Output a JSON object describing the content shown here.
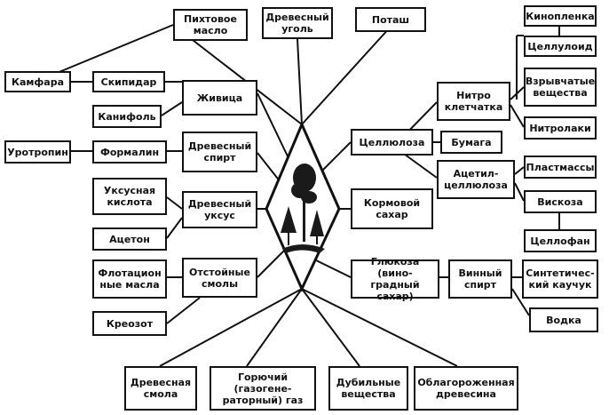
{
  "diagram": {
    "center_image": "tree-emblem",
    "colors": {
      "line": "#111111",
      "tree": "#1a1a1a",
      "ground": "#111111"
    },
    "nodes": {
      "kamfara": "Камфара",
      "skipidar": "Скипидар",
      "pikhtovoe_maslo": "Пихтовое\nмасло",
      "kanifol": "Канифоль",
      "zhivitsa": "Живица",
      "drevesny_ugol": "Древесный\nуголь",
      "potash": "Поташ",
      "urotropin": "Уротропин",
      "formalin": "Формалин",
      "drevesny_spirt": "Древесный\nспирт",
      "uksusnaya_kislota": "Уксусная\nкислота",
      "drevesny_uksus": "Древесный\nуксус",
      "aceton": "Ацетон",
      "flotatsionnye_masla": "Флотацион\nные масла",
      "otstoynye_smoly": "Отстойные\nсмолы",
      "kreozot": "Креозот",
      "drevesnaya_smola": "Древесная\nсмола",
      "goryuchiy_gaz": "Горючий (газогене-\nраторный) газ",
      "dubilnye_veshchestva": "Дубильные\nвещества",
      "oblagorozhennaya_drevesina": "Облагороженная\nдревесина",
      "kinoplenka": "Кинопленка",
      "tselluloid": "Целлулоид",
      "vzryvchatye_veshchestva": "Взрывчатые\nвещества",
      "nitro_kletchatka": "Нитро\nклетчатка",
      "nitrolaki": "Нитролаки",
      "tsellyuloza": "Целлюлоза",
      "bumaga": "Бумага",
      "plastmassy": "Пластмассы",
      "acetil_tsellyuloza": "Ацетил-\nцеллюлоза",
      "viskoza": "Вискоза",
      "tsellofan": "Целлофан",
      "kormovoy_sakhar": "Кормовой\nсахар",
      "glyukoza": "Глюкоза (вино-\nградный сахар)",
      "vinny_spirt": "Винный\nспирт",
      "sinteticheskiy_kauchuk": "Синтетичес-\nкий каучук",
      "vodka": "Водка"
    }
  }
}
